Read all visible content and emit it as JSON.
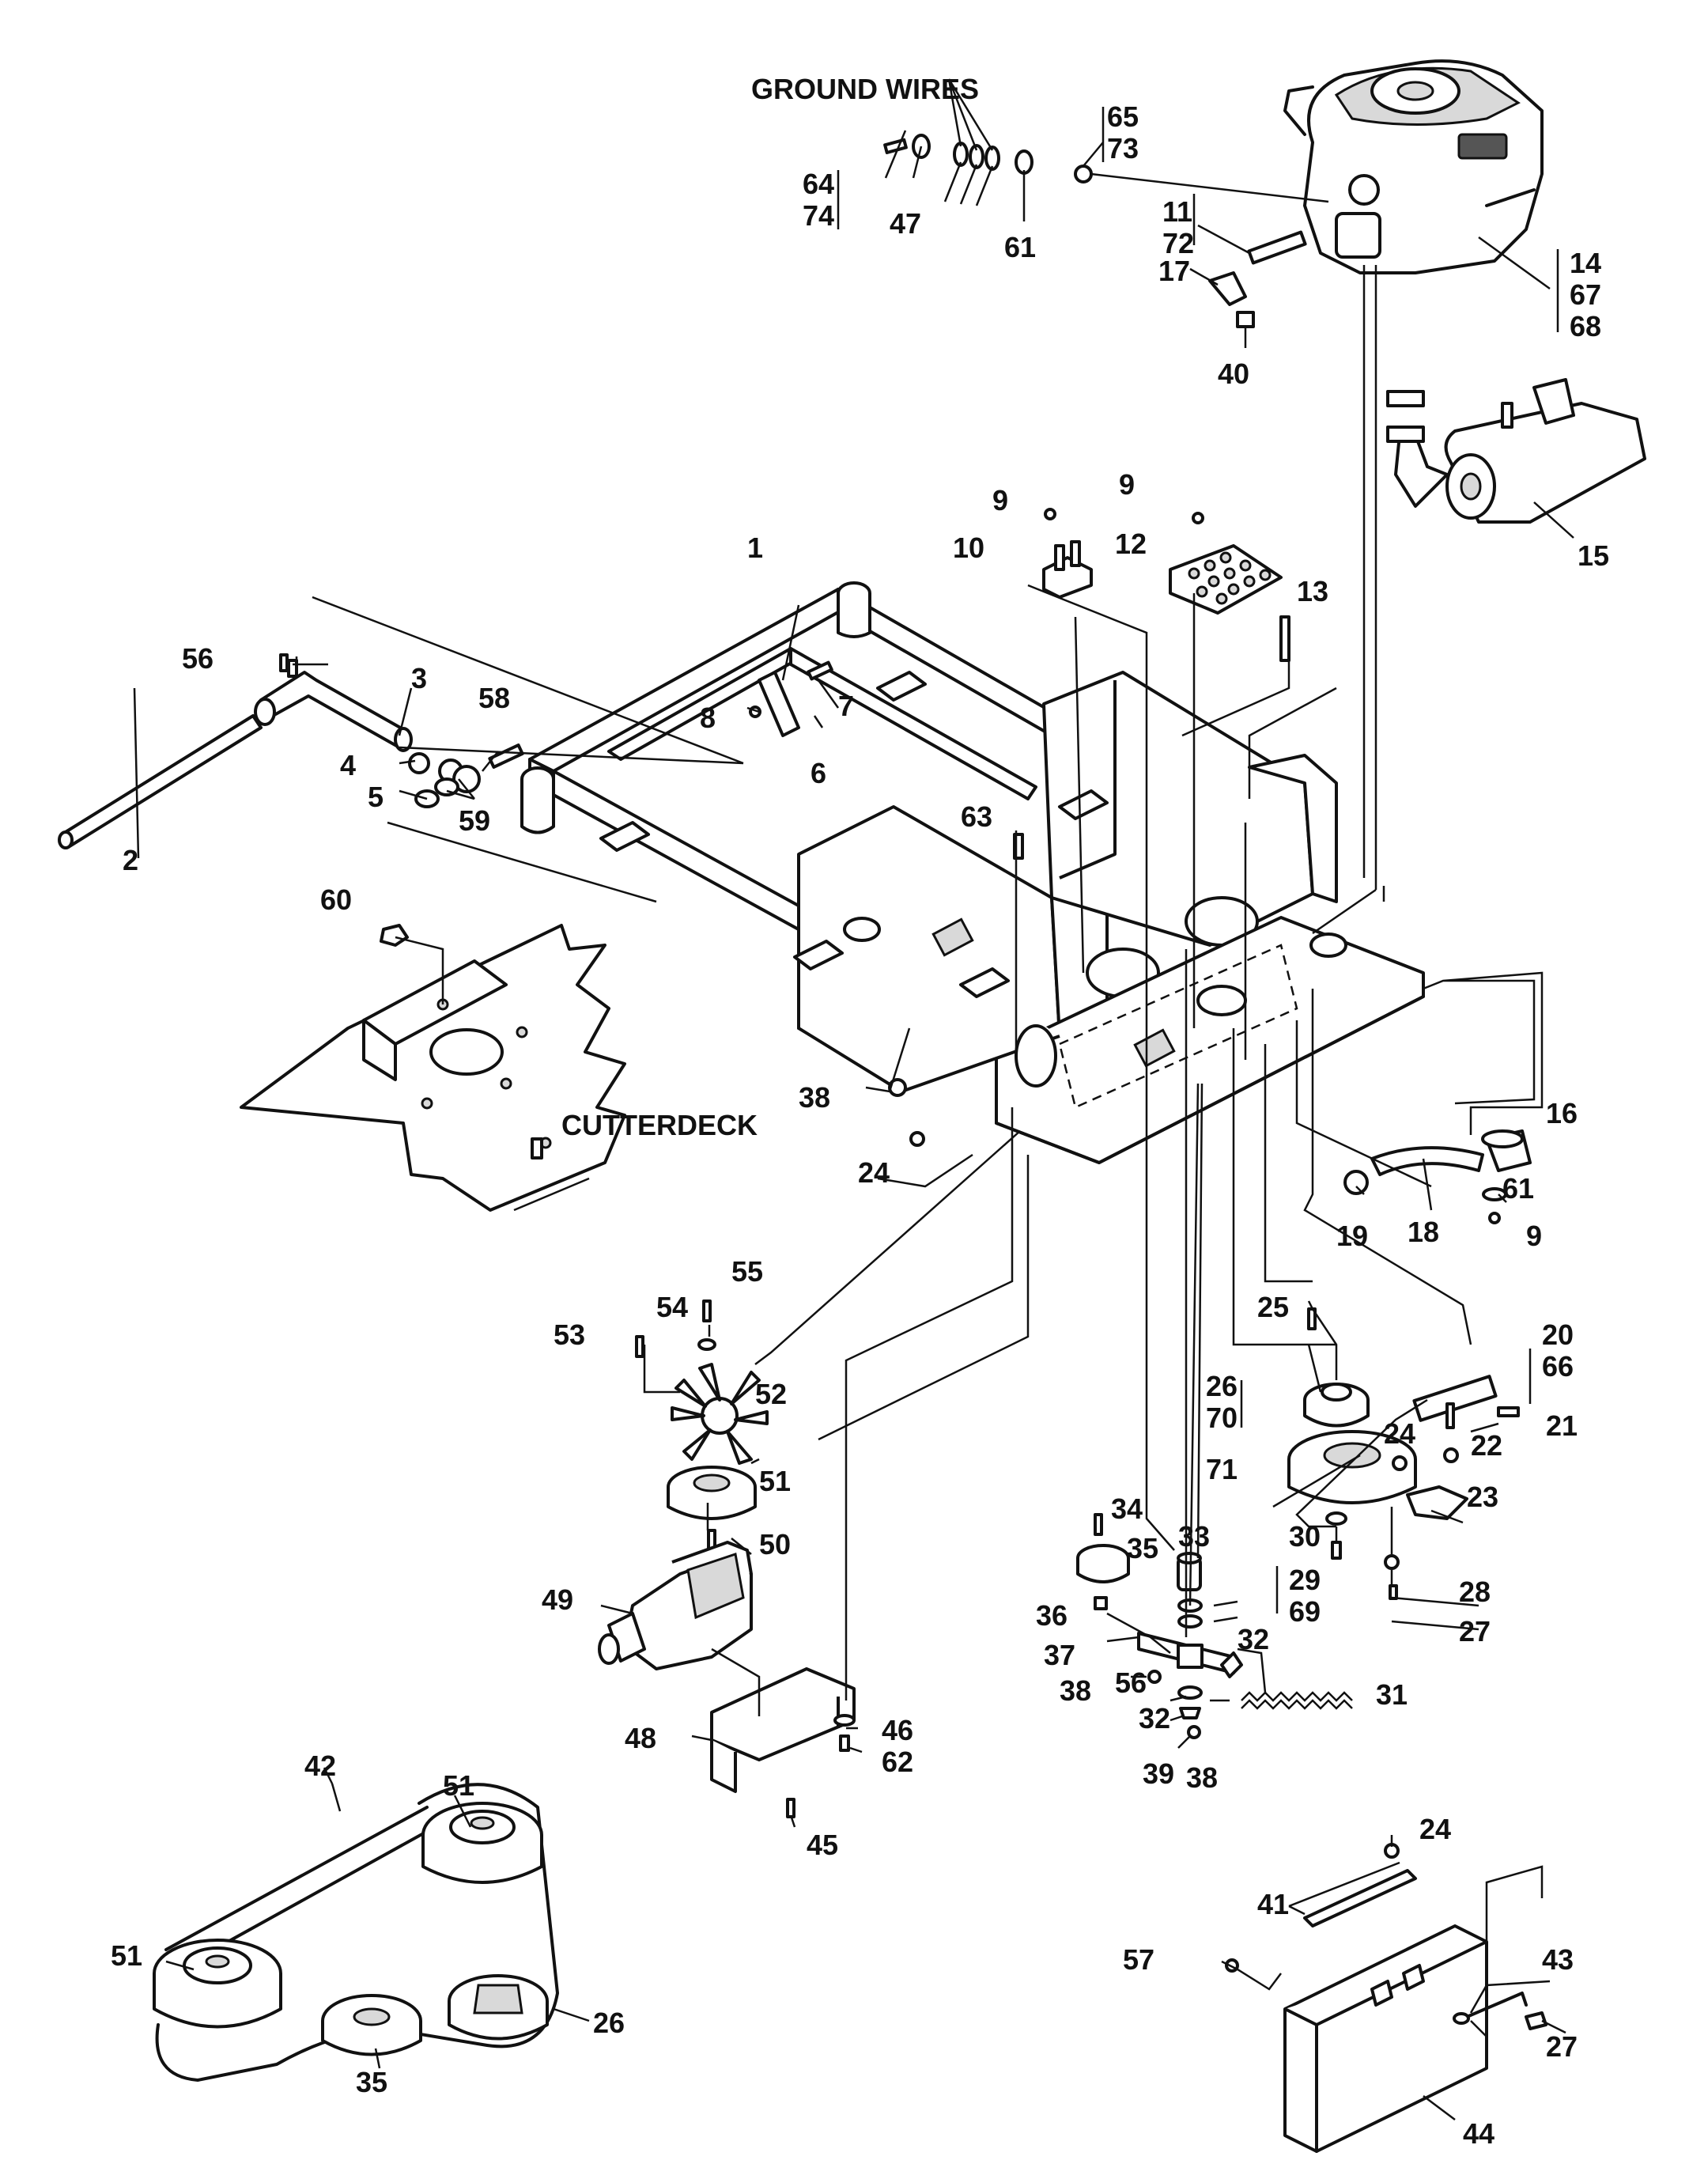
{
  "labels": {
    "ground_wires": "GROUND WIRES",
    "cutterdeck": "CUTTERDECK"
  },
  "callouts": {
    "c1": "1",
    "c2": "2",
    "c3": "3",
    "c4": "4",
    "c5": "5",
    "c6": "6",
    "c7": "7",
    "c8": "8",
    "c9a": "9",
    "c9b": "9",
    "c9c": "9",
    "c10": "10",
    "c12": "12",
    "c13": "13",
    "c11_72": [
      "11",
      "72"
    ],
    "c14_67_68": [
      "14",
      "67",
      "68"
    ],
    "c15": "15",
    "c16": "16",
    "c17": "17",
    "c18": "18",
    "c19": "19",
    "c20_66": [
      "20",
      "66"
    ],
    "c21": "21",
    "c22": "22",
    "c23": "23",
    "c24a": "24",
    "c24b": "24",
    "c24c": "24",
    "c25": "25",
    "c26_70": [
      "26",
      "70"
    ],
    "c26b": "26",
    "c27a": "27",
    "c27b": "27",
    "c28": "28",
    "c29_69": [
      "29",
      "69"
    ],
    "c30": "30",
    "c31": "31",
    "c32a": "32",
    "c32b": "32",
    "c33": "33",
    "c34": "34",
    "c35a": "35",
    "c35b": "35",
    "c36": "36",
    "c37": "37",
    "c38a": "38",
    "c38b": "38",
    "c38c": "38",
    "c39": "39",
    "c40": "40",
    "c41": "41",
    "c42": "42",
    "c43": "43",
    "c44": "44",
    "c45": "45",
    "c46": "46",
    "c47": "47",
    "c48": "48",
    "c49": "49",
    "c50": "50",
    "c51a": "51",
    "c51b": "51",
    "c51c": "51",
    "c52": "52",
    "c53": "53",
    "c54": "54",
    "c55": "55",
    "c56a": "56",
    "c56b": "56",
    "c57": "57",
    "c58": "58",
    "c59": "59",
    "c60": "60",
    "c61a": "61",
    "c61b": "61",
    "c62": "62",
    "c63": "63",
    "c64_74": [
      "64",
      "74"
    ],
    "c65_73": [
      "65",
      "73"
    ],
    "c71": "71"
  }
}
